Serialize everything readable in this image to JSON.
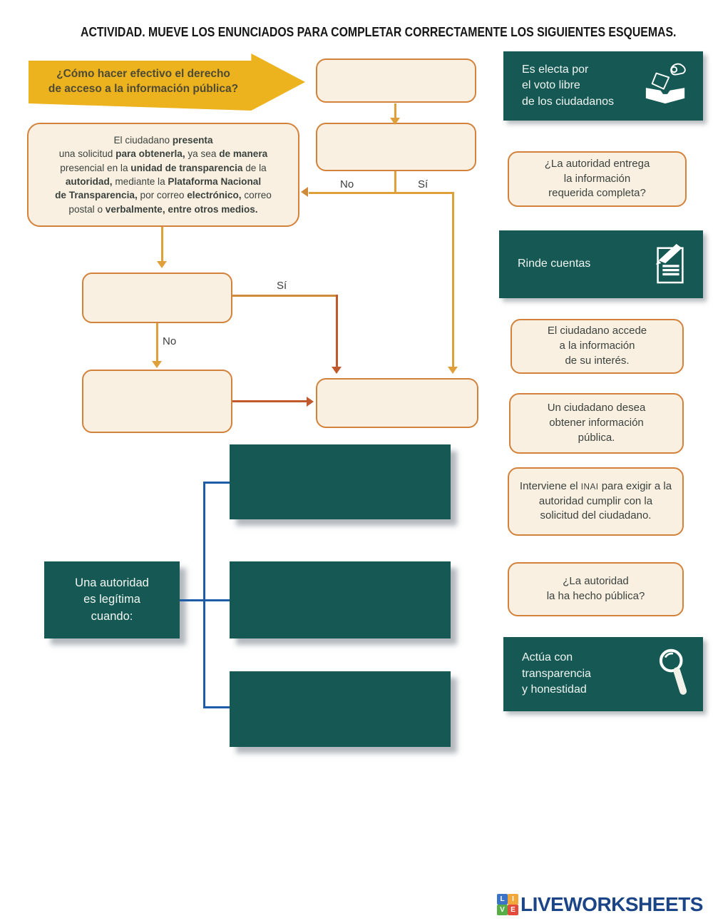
{
  "page": {
    "title": "ACTIVIDAD. MUEVE LOS ENUNCIADOS PARA COMPLETAR CORRECTAMENTE LOS SIGUIENTES ESQUEMAS."
  },
  "flowchart": {
    "question_arrow_lines": [
      "¿Cómo hacer efectivo el derecho",
      "de acceso a la información pública?"
    ],
    "request_box_runs": [
      [
        {
          "t": "El ciudadano ",
          "b": false
        },
        {
          "t": "presenta",
          "b": true
        }
      ],
      [
        {
          "t": "una solicitud ",
          "b": false
        },
        {
          "t": "para obtenerla,",
          "b": true
        },
        {
          "t": " ya sea ",
          "b": false
        },
        {
          "t": "de manera",
          "b": true
        }
      ],
      [
        {
          "t": "presencial en la ",
          "b": false
        },
        {
          "t": "unidad de transparencia",
          "b": true
        },
        {
          "t": " de la",
          "b": false
        }
      ],
      [
        {
          "t": "autoridad,",
          "b": true
        },
        {
          "t": " mediante la ",
          "b": false
        },
        {
          "t": "Plataforma Nacional",
          "b": true
        }
      ],
      [
        {
          "t": "de Transparencia,",
          "b": true
        },
        {
          "t": " por correo ",
          "b": false
        },
        {
          "t": "electrónico,",
          "b": true
        },
        {
          "t": " correo",
          "b": false
        }
      ],
      [
        {
          "t": "postal o ",
          "b": false
        },
        {
          "t": "verbalmente,",
          "b": true
        },
        {
          "t": " entre otros medios.",
          "b": true
        }
      ]
    ],
    "labels": {
      "no_top": "No",
      "si_top": "Sí",
      "si_mid": "Sí",
      "no_mid": "No"
    }
  },
  "cards": {
    "electa": {
      "lines": [
        "Es electa por",
        "el voto libre",
        "de los ciudadanos"
      ],
      "icon": "ballot-box-icon"
    },
    "entrega": {
      "lines": [
        "¿La autoridad entrega",
        "la información",
        "requerida completa?"
      ]
    },
    "rinde": {
      "label": "Rinde cuentas",
      "icon": "document-pen-icon"
    },
    "accede": {
      "lines": [
        "El ciudadano accede",
        "a la información",
        "de su interés."
      ]
    },
    "desea": {
      "lines": [
        "Un ciudadano desea",
        "obtener información",
        "pública."
      ]
    },
    "interviene": {
      "pre": "Interviene el ",
      "acronym": "INAI",
      "post": " para exigir a la autoridad cumplir con la solicitud del ciudadano."
    },
    "publica": {
      "lines": [
        "¿La autoridad",
        "la ha hecho pública?"
      ]
    },
    "actua": {
      "lines": [
        "Actúa con",
        "transparencia",
        "y honestidad"
      ],
      "icon": "magnifier-icon"
    }
  },
  "legitimacy": {
    "title_lines": [
      "Una autoridad",
      "es legítima",
      "cuando:"
    ]
  },
  "footer": {
    "brand": "LIVEWORKSHEETS",
    "tiles": [
      {
        "letter": "L",
        "color": "#3b74c6"
      },
      {
        "letter": "I",
        "color": "#f2a73b"
      },
      {
        "letter": "V",
        "color": "#57ae46"
      },
      {
        "letter": "E",
        "color": "#e24a3b"
      }
    ]
  },
  "colors": {
    "teal": "#165954",
    "cream": "#faf0e2",
    "cream_border": "#d2823b",
    "yellow": "#ecb31e",
    "golden": "#dfa03c",
    "golden2": "#d08b3a",
    "rust": "#c05a2e",
    "blue": "#1e5ca8",
    "navy": "#1c4587"
  }
}
